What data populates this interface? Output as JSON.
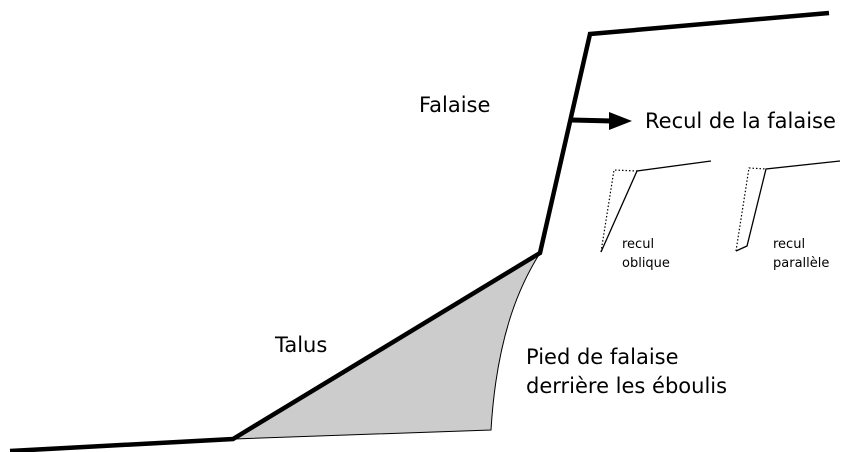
{
  "labels": {
    "falaise": "Falaise",
    "talus": "Talus",
    "recul": "Recul de la falaise",
    "pied_line1": "Pied de falaise",
    "pied_line2": "derrière les éboulis",
    "oblique_line1": "recul",
    "oblique_line2": "oblique",
    "parallele_line1": "recul",
    "parallele_line2": "parallèle"
  },
  "colors": {
    "line": "#000000",
    "scree_fill": "#cccccc",
    "background": "#ffffff"
  }
}
